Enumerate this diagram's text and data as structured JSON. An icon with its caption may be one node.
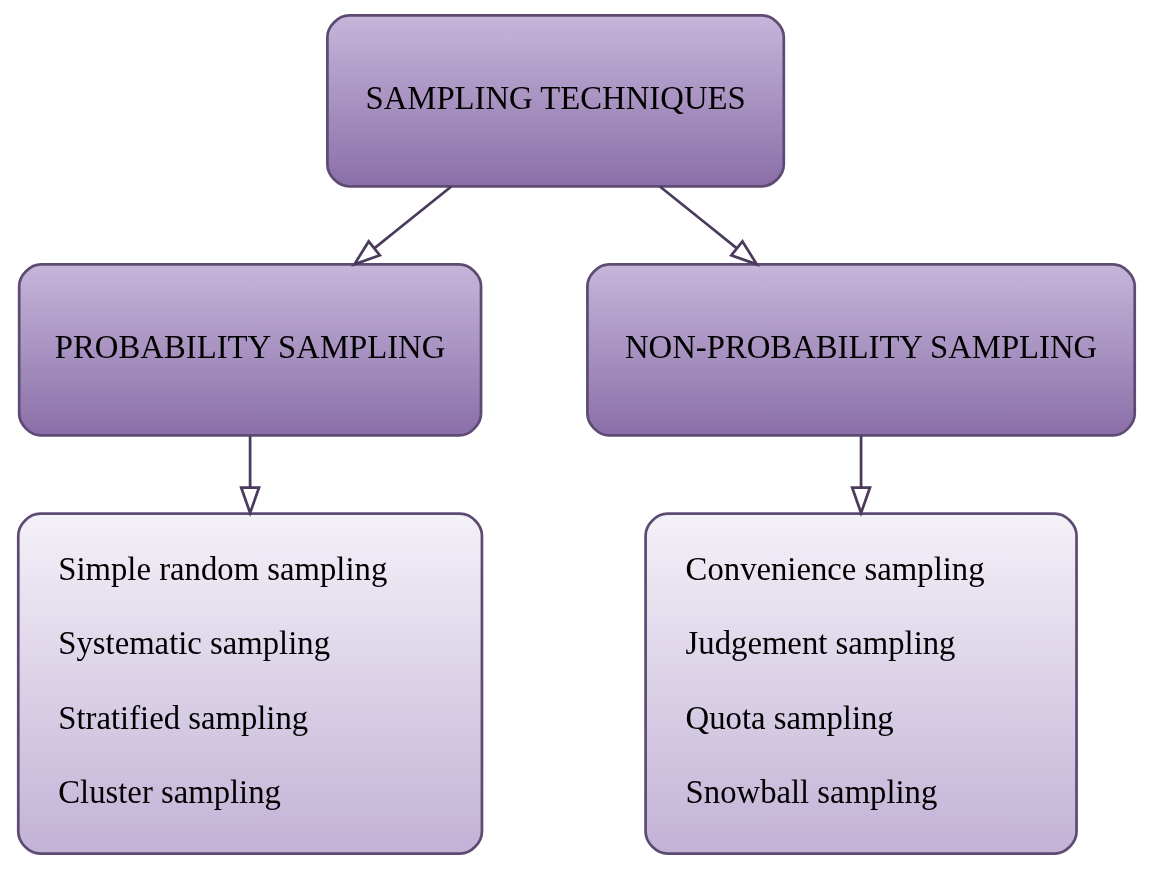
{
  "diagram": {
    "nodes": [
      {
        "text": [
          "SAMPLING TECHNIQUES"
        ]
      },
      {
        "text": [
          "PROBABILITY SAMPLING"
        ]
      },
      {
        "text": [
          "NON-PROBABILITY SAMPLING"
        ]
      },
      {
        "text": [
          "Simple random sampling",
          "Systematic sampling",
          "Stratified sampling",
          "Cluster sampling"
        ]
      },
      {
        "text": [
          "Convenience sampling",
          "Judgement sampling",
          "Quota sampling",
          "Snowball sampling"
        ]
      }
    ],
    "edges": [
      {
        "from": 0,
        "to": 1,
        "arrow": "to"
      },
      {
        "from": 0,
        "to": 2,
        "arrow": "to"
      },
      {
        "from": 1,
        "to": 3,
        "arrow": "to"
      },
      {
        "from": 2,
        "to": 4,
        "arrow": "to"
      }
    ]
  }
}
